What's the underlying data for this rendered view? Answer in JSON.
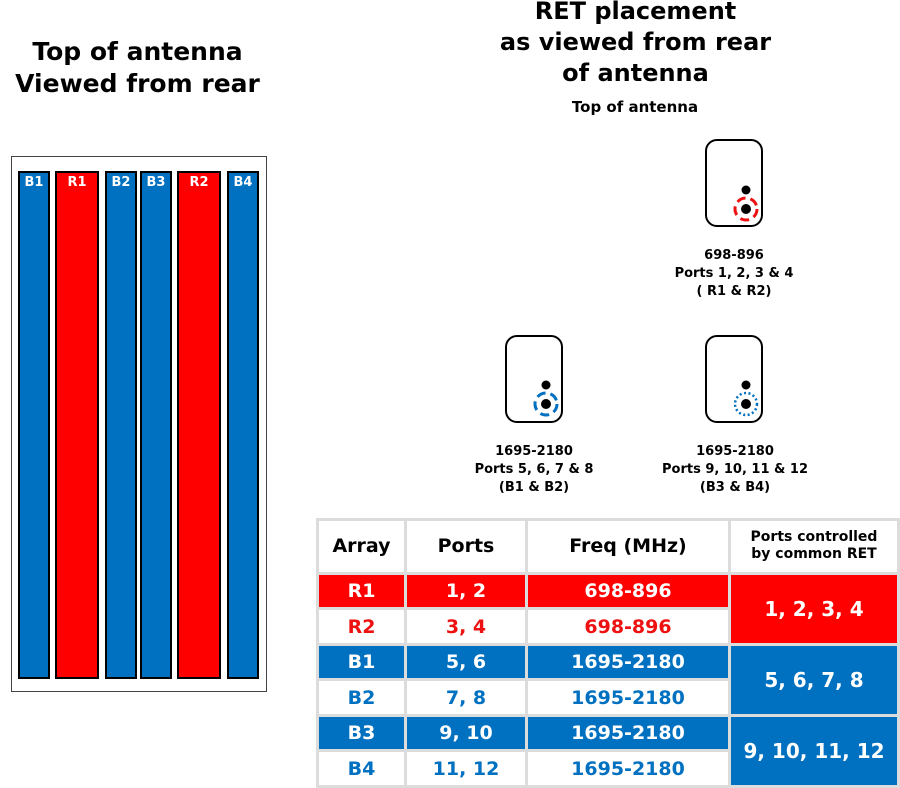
{
  "left_title": [
    "Top of antenna",
    "Viewed from rear"
  ],
  "right_title": [
    "RET placement",
    "as viewed from rear",
    "of antenna"
  ],
  "top_of_antenna_label": "Top of antenna",
  "colors": {
    "red": "#ff0000",
    "blue": "#0070c0"
  },
  "columns": [
    {
      "label": "B1",
      "color": "blue"
    },
    {
      "label": "R1",
      "color": "red"
    },
    {
      "label": "B2",
      "color": "blue"
    },
    {
      "label": "B3",
      "color": "blue"
    },
    {
      "label": "R2",
      "color": "red"
    },
    {
      "label": "B4",
      "color": "blue"
    }
  ],
  "rets": [
    {
      "color": "red",
      "style": "dashed-ring",
      "lines": [
        "698-896",
        "Ports 1, 2, 3 & 4",
        "( R1 & R2)"
      ]
    },
    {
      "color": "blue",
      "style": "dashed-ring",
      "lines": [
        "1695-2180",
        "Ports 5, 6, 7 & 8",
        "(B1 & B2)"
      ]
    },
    {
      "color": "blue",
      "style": "dotted-ring",
      "lines": [
        "1695-2180",
        "Ports 9, 10, 11 & 12",
        "(B3 & B4)"
      ]
    }
  ],
  "table": {
    "headers": [
      "Array",
      "Ports",
      "Freq (MHz)",
      "Ports controlled",
      "by common RET"
    ],
    "rows": [
      {
        "array": "R1",
        "ports": "1, 2",
        "freq": "698-896",
        "style": "red"
      },
      {
        "array": "R2",
        "ports": "3, 4",
        "freq": "698-896",
        "style": "redtxt"
      },
      {
        "array": "B1",
        "ports": "5, 6",
        "freq": "1695-2180",
        "style": "blue"
      },
      {
        "array": "B2",
        "ports": "7, 8",
        "freq": "1695-2180",
        "style": "bluetxt"
      },
      {
        "array": "B3",
        "ports": "9, 10",
        "freq": "1695-2180",
        "style": "blue"
      },
      {
        "array": "B4",
        "ports": "11, 12",
        "freq": "1695-2180",
        "style": "bluetxt"
      }
    ],
    "groups": [
      "1, 2, 3, 4",
      "5, 6, 7, 8",
      "9, 10, 11, 12"
    ]
  }
}
